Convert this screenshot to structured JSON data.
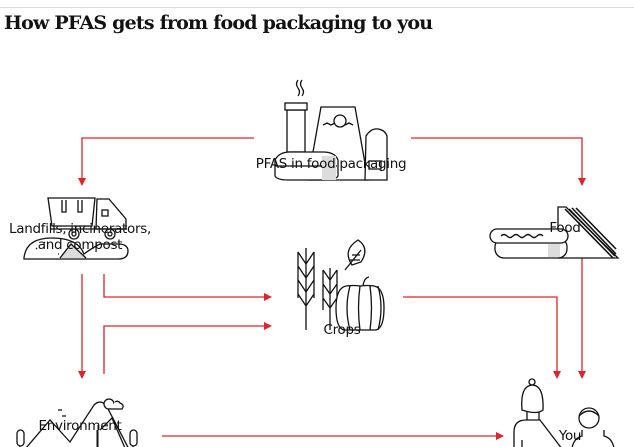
{
  "title": "How PFAS gets from food packaging to you",
  "nodes": {
    "packaging": "PFAS in food packaging",
    "landfills_line1": "Landfills, incinerators,",
    "landfills_line2": "and compost",
    "food": "Food",
    "crops": "Crops",
    "environment": "Environment",
    "you": "You"
  },
  "colors": {
    "arrow": "#e0242b",
    "icon": "#121212",
    "shade": "#dcdcdc"
  },
  "edges": [
    {
      "from": "PFAS in food packaging",
      "to": "Landfills, incinerators, and compost"
    },
    {
      "from": "PFAS in food packaging",
      "to": "Food"
    },
    {
      "from": "Landfills, incinerators, and compost",
      "to": "Environment"
    },
    {
      "from": "Landfills, incinerators, and compost",
      "to": "Crops"
    },
    {
      "from": "Environment",
      "to": "Crops"
    },
    {
      "from": "Crops",
      "to": "You"
    },
    {
      "from": "Food",
      "to": "You"
    },
    {
      "from": "Environment",
      "to": "You"
    }
  ]
}
